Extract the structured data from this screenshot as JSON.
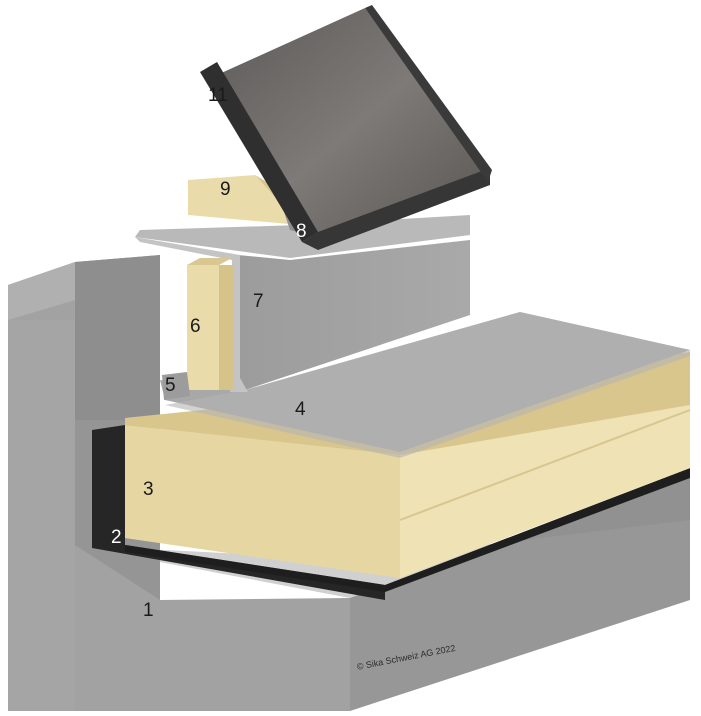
{
  "labels": {
    "l1": "1",
    "l2": "2",
    "l3": "3",
    "l4": "4",
    "l5": "5",
    "l6": "6",
    "l7": "7",
    "l8": "8",
    "l9": "9",
    "l11": "11"
  },
  "copyright": "© Sika Schweiz AG 2022",
  "colors": {
    "concrete": "#9a9a9a",
    "insulation": "#eadcaa",
    "membrane": "#a8a8a8",
    "vapour_barrier": "#232323",
    "panel": "#6e6b68"
  }
}
